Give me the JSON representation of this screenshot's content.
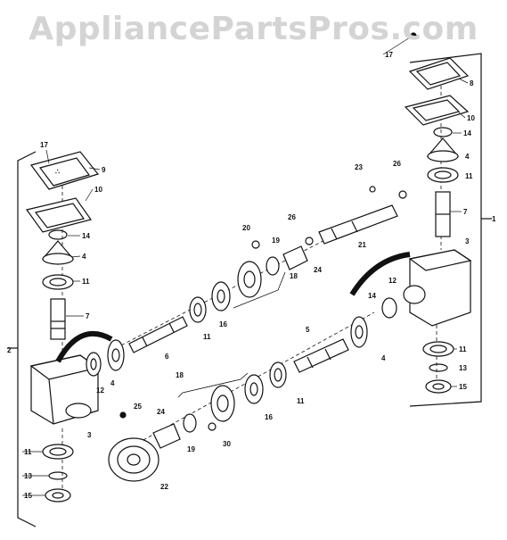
{
  "watermark": "AppliancePartsPros.com",
  "assemblies": {
    "left_housing": "2",
    "right_housing": "1"
  },
  "callouts": {
    "c1": "17",
    "c2": "9",
    "c3": "10",
    "c4": "14",
    "c5": "4",
    "c6": "11",
    "c7": "7",
    "c8": "12",
    "c9": "4",
    "c10": "3",
    "c11": "11",
    "c12": "13",
    "c13": "15",
    "c14": "6",
    "c15": "11",
    "c16": "16",
    "c17": "20",
    "c18": "19",
    "c19": "18",
    "c20": "26",
    "c21": "24",
    "c22": "23",
    "c23": "26",
    "c24": "21",
    "c25": "17",
    "c26": "8",
    "c27": "10",
    "c28": "14",
    "c29": "4",
    "c30": "11",
    "c31": "7",
    "c32": "3",
    "c33": "12",
    "c34": "14",
    "c35": "4",
    "c36": "11",
    "c37": "13",
    "c38": "15",
    "c39": "5",
    "c40": "11",
    "c41": "16",
    "c42": "18",
    "c43": "25",
    "c44": "24",
    "c45": "19",
    "c46": "30",
    "c47": "22"
  }
}
